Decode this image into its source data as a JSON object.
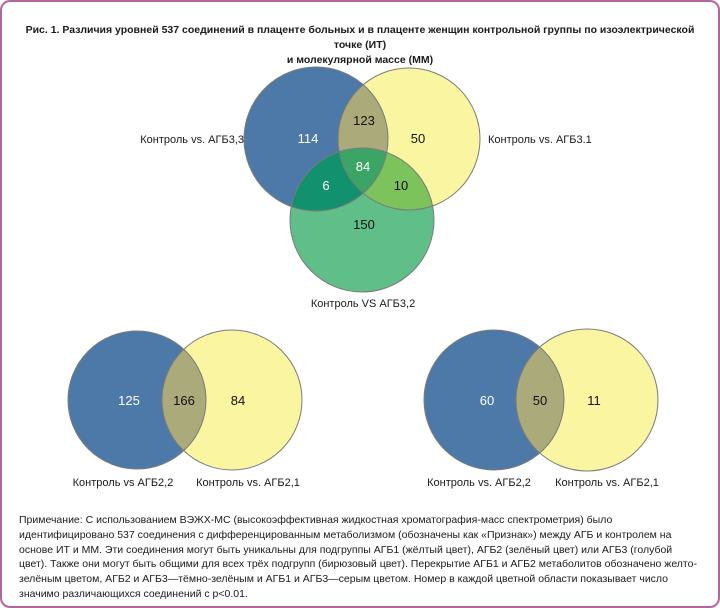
{
  "title": "Рис. 1. Различия уровней 537 соединений в плаценте больных и в плаценте женщин контрольной группы по изоэлектрической точке (ИТ)\nи молекулярной массе (ММ)",
  "note": "Примечание: С использованием ВЭЖХ-МС (высокоэффективная жидкостная хроматография-масс спектрометрия) было идентифицировано 537 соединения с дифференцированным метаболизмом (обозначены как «Признак») между АГБ и контролем на основе ИТ и ММ. Эти соединения могут быть уникальны для подгруппы АГБ1 (жёлтый цвет), АГБ2 (зелёный цвет) или АГБ3 (голубой цвет). Также они могут быть общими для всех трёх подгрупп (бирюзовый цвет). Перекрытие АГБ1 и АГБ2 метаболитов обозначено желто-зелёным цветом, АГБ2 и АГБ3—тёмно-зелёным и АГБ1 и АГБ3—серым цветом. Номер в каждой цветной области показывает число значимо различающихся соединений с p<0.01.",
  "colors": {
    "border": "#b0679f",
    "blue": "#4d79a8",
    "yellow": "#faf5a0",
    "olive": "#abaa7b",
    "green": "#60bf89",
    "teal": "#12916f",
    "lightgreen": "#7cc35c",
    "centergreen": "#3ba565",
    "outline": "#7a7a7a",
    "text": "#1a1a1a"
  },
  "chart_data": [
    {
      "type": "venn",
      "subtype": "venn3",
      "sets": [
        "Контроль vs. АГБ3,3",
        "Контроль vs. АГБ3.1",
        "Контроль VS АГБ3,2"
      ],
      "set_colors": [
        "#4d79a8",
        "#faf5a0",
        "#60bf89"
      ],
      "values": {
        "A": 114,
        "B": 50,
        "C": 150,
        "AB": 123,
        "AC": 6,
        "BC": 10,
        "ABC": 84
      }
    },
    {
      "type": "venn",
      "subtype": "venn2",
      "sets": [
        "Контроль vs АГБ2,2",
        "Контроль vs. АГБ2,1"
      ],
      "set_colors": [
        "#4d79a8",
        "#faf5a0"
      ],
      "values": {
        "A": 125,
        "B": 84,
        "AB": 166
      }
    },
    {
      "type": "venn",
      "subtype": "venn2",
      "sets": [
        "Контроль vs. АГБ2,2",
        "Контроль vs. АГБ2,1"
      ],
      "set_colors": [
        "#4d79a8",
        "#faf5a0"
      ],
      "values": {
        "A": 60,
        "B": 11,
        "AB": 50
      }
    }
  ]
}
